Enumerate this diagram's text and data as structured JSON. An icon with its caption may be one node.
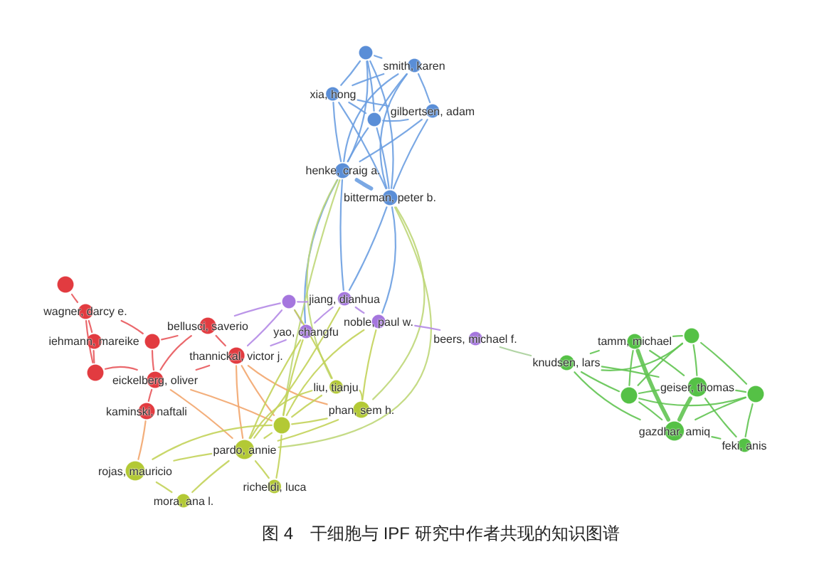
{
  "diagram": {
    "caption": "图 4　干细胞与 IPF 研究中作者共现的知识图谱",
    "nodes": [
      {
        "text": [],
        "shape": "circle"
      },
      {
        "text": [
          "smith, karen"
        ]
      },
      {
        "text": [
          "xia, hong"
        ]
      },
      {
        "text": [
          "gilbertsen, adam"
        ]
      },
      {
        "text": [],
        "shape": "circle"
      },
      {
        "text": [
          "henke, craig a."
        ]
      },
      {
        "text": [
          "bitterman, peter b."
        ]
      },
      {
        "text": [],
        "shape": "circle"
      },
      {
        "text": [
          "jiang, dianhua"
        ]
      },
      {
        "text": [],
        "shape": "circle"
      },
      {
        "text": [
          "wagner, darcy e."
        ]
      },
      {
        "text": [
          "noble, paul w."
        ]
      },
      {
        "text": [
          "bellusci, saverio"
        ]
      },
      {
        "text": [
          "yao, changfu"
        ]
      },
      {
        "text": [],
        "shape": "circle"
      },
      {
        "text": [
          "beers, michael f."
        ]
      },
      {
        "text": [
          "iehmann, mareike"
        ]
      },
      {
        "text": [],
        "shape": "circle"
      },
      {
        "text": [
          "tamm, michael"
        ]
      },
      {
        "text": [
          "thannickal, victor j."
        ]
      },
      {
        "text": [
          "knudsen, lars"
        ]
      },
      {
        "text": [],
        "shape": "circle"
      },
      {
        "text": [
          "eickelberg, oliver"
        ]
      },
      {
        "text": [
          "liu, tianju"
        ]
      },
      {
        "text": [
          "geiser, thomas"
        ]
      },
      {
        "text": [],
        "shape": "circle"
      },
      {
        "text": [],
        "shape": "circle"
      },
      {
        "text": [
          "kaminski, naftali"
        ]
      },
      {
        "text": [
          "phan, sem h."
        ]
      },
      {
        "text": [
          "gazdhar, amiq"
        ]
      },
      {
        "text": [],
        "shape": "circle"
      },
      {
        "text": [
          "feki, anis"
        ]
      },
      {
        "text": [
          "pardo, annie"
        ]
      },
      {
        "text": [
          "rojas, mauricio"
        ]
      },
      {
        "text": [
          "richeldi, luca"
        ]
      },
      {
        "text": [
          "mora, ana l."
        ]
      }
    ],
    "edges": [
      {
        "from": 0,
        "to": 1,
        "arrow": "none"
      },
      {
        "from": 0,
        "to": 2,
        "arrow": "none"
      },
      {
        "from": 0,
        "to": 4,
        "arrow": "none"
      },
      {
        "from": 0,
        "to": 5,
        "arrow": "none"
      },
      {
        "from": 0,
        "to": 6,
        "arrow": "none"
      },
      {
        "from": 1,
        "to": 2,
        "arrow": "none"
      },
      {
        "from": 1,
        "to": 3,
        "arrow": "none"
      },
      {
        "from": 1,
        "to": 4,
        "arrow": "none"
      },
      {
        "from": 1,
        "to": 5,
        "arrow": "none"
      },
      {
        "from": 1,
        "to": 6,
        "arrow": "none"
      },
      {
        "from": 2,
        "to": 3,
        "arrow": "none"
      },
      {
        "from": 2,
        "to": 4,
        "arrow": "none"
      },
      {
        "from": 2,
        "to": 5,
        "arrow": "none"
      },
      {
        "from": 2,
        "to": 6,
        "arrow": "none"
      },
      {
        "from": 3,
        "to": 4,
        "arrow": "none"
      },
      {
        "from": 3,
        "to": 5,
        "arrow": "none"
      },
      {
        "from": 3,
        "to": 6,
        "arrow": "none"
      },
      {
        "from": 4,
        "to": 5,
        "arrow": "none"
      },
      {
        "from": 4,
        "to": 6,
        "arrow": "none"
      },
      {
        "from": 5,
        "to": 6,
        "arrow": "none",
        "style": "thick"
      },
      {
        "from": 5,
        "to": 8,
        "arrow": "none"
      },
      {
        "from": 6,
        "to": 11,
        "arrow": "none"
      },
      {
        "from": 5,
        "to": 13,
        "arrow": "none"
      },
      {
        "from": 6,
        "to": 8,
        "arrow": "none"
      },
      {
        "from": 5,
        "to": 23,
        "arrow": "none",
        "color": "#bfd779"
      },
      {
        "from": 6,
        "to": 28,
        "arrow": "none",
        "color": "#bfd779"
      },
      {
        "from": 5,
        "to": 30,
        "arrow": "none",
        "color": "#bfd779"
      },
      {
        "from": 6,
        "to": 32,
        "arrow": "none",
        "color": "#bfd779"
      },
      {
        "from": 9,
        "to": 8,
        "arrow": "none",
        "color": "#b48ae6"
      },
      {
        "from": 9,
        "to": 13,
        "arrow": "none",
        "color": "#b48ae6"
      },
      {
        "from": 8,
        "to": 11,
        "arrow": "none",
        "color": "#b48ae6"
      },
      {
        "from": 8,
        "to": 13,
        "arrow": "none",
        "color": "#b48ae6"
      },
      {
        "from": 11,
        "to": 15,
        "arrow": "none",
        "color": "#b48ae6"
      },
      {
        "from": 9,
        "to": 12,
        "arrow": "none",
        "color": "#b48ae6"
      },
      {
        "from": 13,
        "to": 19,
        "arrow": "none",
        "color": "#b48ae6"
      },
      {
        "from": 9,
        "to": 19,
        "arrow": "none",
        "color": "#b48ae6"
      },
      {
        "from": 15,
        "to": 20,
        "arrow": "none",
        "color": "#a9cf9a"
      },
      {
        "from": 7,
        "to": 10,
        "arrow": "none",
        "color": "#e8585c"
      },
      {
        "from": 10,
        "to": 16,
        "arrow": "none",
        "color": "#e8585c"
      },
      {
        "from": 10,
        "to": 21,
        "arrow": "none",
        "color": "#e8585c"
      },
      {
        "from": 16,
        "to": 21,
        "arrow": "none",
        "color": "#e8585c"
      },
      {
        "from": 10,
        "to": 17,
        "arrow": "none",
        "color": "#e8585c"
      },
      {
        "from": 21,
        "to": 22,
        "arrow": "none",
        "color": "#e8585c"
      },
      {
        "from": 17,
        "to": 12,
        "arrow": "none",
        "color": "#e8585c"
      },
      {
        "from": 17,
        "to": 22,
        "arrow": "none",
        "color": "#e8585c"
      },
      {
        "from": 12,
        "to": 19,
        "arrow": "none",
        "color": "#e8585c"
      },
      {
        "from": 22,
        "to": 19,
        "arrow": "none",
        "color": "#e8585c"
      },
      {
        "from": 22,
        "to": 27,
        "arrow": "none",
        "color": "#e8585c"
      },
      {
        "from": 12,
        "to": 22,
        "arrow": "none",
        "color": "#e8585c"
      },
      {
        "from": 27,
        "to": 33,
        "arrow": "none",
        "color": "#f2a66e"
      },
      {
        "from": 22,
        "to": 32,
        "arrow": "none",
        "color": "#f2a66e"
      },
      {
        "from": 22,
        "to": 30,
        "arrow": "none",
        "color": "#f2a66e"
      },
      {
        "from": 19,
        "to": 32,
        "arrow": "none",
        "color": "#f2a66e"
      },
      {
        "from": 19,
        "to": 28,
        "arrow": "none",
        "color": "#f2a66e"
      },
      {
        "from": 19,
        "to": 30,
        "arrow": "none",
        "color": "#f2a66e"
      },
      {
        "from": 23,
        "to": 28,
        "arrow": "none",
        "color": "#c3d35a"
      },
      {
        "from": 23,
        "to": 30,
        "arrow": "none",
        "color": "#c3d35a"
      },
      {
        "from": 28,
        "to": 30,
        "arrow": "none",
        "color": "#c3d35a"
      },
      {
        "from": 30,
        "to": 32,
        "arrow": "none",
        "color": "#c3d35a"
      },
      {
        "from": 32,
        "to": 33,
        "arrow": "none",
        "color": "#c3d35a"
      },
      {
        "from": 32,
        "to": 35,
        "arrow": "none",
        "color": "#c3d35a"
      },
      {
        "from": 33,
        "to": 35,
        "arrow": "none",
        "color": "#c3d35a"
      },
      {
        "from": 32,
        "to": 34,
        "arrow": "none",
        "color": "#c3d35a"
      },
      {
        "from": 30,
        "to": 34,
        "arrow": "none",
        "color": "#c3d35a"
      },
      {
        "from": 23,
        "to": 32,
        "arrow": "none",
        "color": "#c3d35a"
      },
      {
        "from": 28,
        "to": 32,
        "arrow": "none",
        "color": "#c3d35a"
      },
      {
        "from": 30,
        "to": 33,
        "arrow": "none",
        "color": "#c3d35a"
      },
      {
        "from": 13,
        "to": 32,
        "arrow": "none",
        "color": "#c3d35a"
      },
      {
        "from": 11,
        "to": 30,
        "arrow": "none",
        "color": "#c3d35a"
      },
      {
        "from": 8,
        "to": 32,
        "arrow": "none",
        "color": "#c3d35a"
      },
      {
        "from": 13,
        "to": 30,
        "arrow": "none",
        "color": "#c3d35a"
      },
      {
        "from": 11,
        "to": 28,
        "arrow": "none",
        "color": "#c3d35a"
      },
      {
        "from": 9,
        "to": 23,
        "arrow": "none",
        "color": "#c3d35a"
      },
      {
        "from": 20,
        "to": 18,
        "arrow": "none",
        "color": "#62c452"
      },
      {
        "from": 20,
        "to": 14,
        "arrow": "none",
        "color": "#62c452"
      },
      {
        "from": 20,
        "to": 24,
        "arrow": "none",
        "color": "#62c452"
      },
      {
        "from": 20,
        "to": 25,
        "arrow": "none",
        "color": "#62c452"
      },
      {
        "from": 20,
        "to": 29,
        "arrow": "none",
        "color": "#62c452"
      },
      {
        "from": 18,
        "to": 14,
        "arrow": "none",
        "color": "#62c452"
      },
      {
        "from": 18,
        "to": 24,
        "arrow": "none",
        "color": "#62c452"
      },
      {
        "from": 18,
        "to": 25,
        "arrow": "none",
        "color": "#62c452"
      },
      {
        "from": 18,
        "to": 29,
        "arrow": "none",
        "color": "#62c452",
        "style": "thick"
      },
      {
        "from": 14,
        "to": 24,
        "arrow": "none",
        "color": "#62c452"
      },
      {
        "from": 14,
        "to": 26,
        "arrow": "none",
        "color": "#62c452"
      },
      {
        "from": 14,
        "to": 25,
        "arrow": "none",
        "color": "#62c452"
      },
      {
        "from": 24,
        "to": 25,
        "arrow": "none",
        "color": "#62c452"
      },
      {
        "from": 24,
        "to": 26,
        "arrow": "none",
        "color": "#62c452"
      },
      {
        "from": 24,
        "to": 29,
        "arrow": "none",
        "color": "#62c452",
        "style": "thick"
      },
      {
        "from": 25,
        "to": 29,
        "arrow": "none",
        "color": "#62c452"
      },
      {
        "from": 26,
        "to": 29,
        "arrow": "none",
        "color": "#62c452"
      },
      {
        "from": 29,
        "to": 31,
        "arrow": "none",
        "color": "#62c452"
      },
      {
        "from": 26,
        "to": 31,
        "arrow": "none",
        "color": "#62c452"
      },
      {
        "from": 24,
        "to": 31,
        "arrow": "none",
        "color": "#62c452"
      },
      {
        "from": 25,
        "to": 26,
        "arrow": "none",
        "color": "#62c452"
      }
    ]
  }
}
